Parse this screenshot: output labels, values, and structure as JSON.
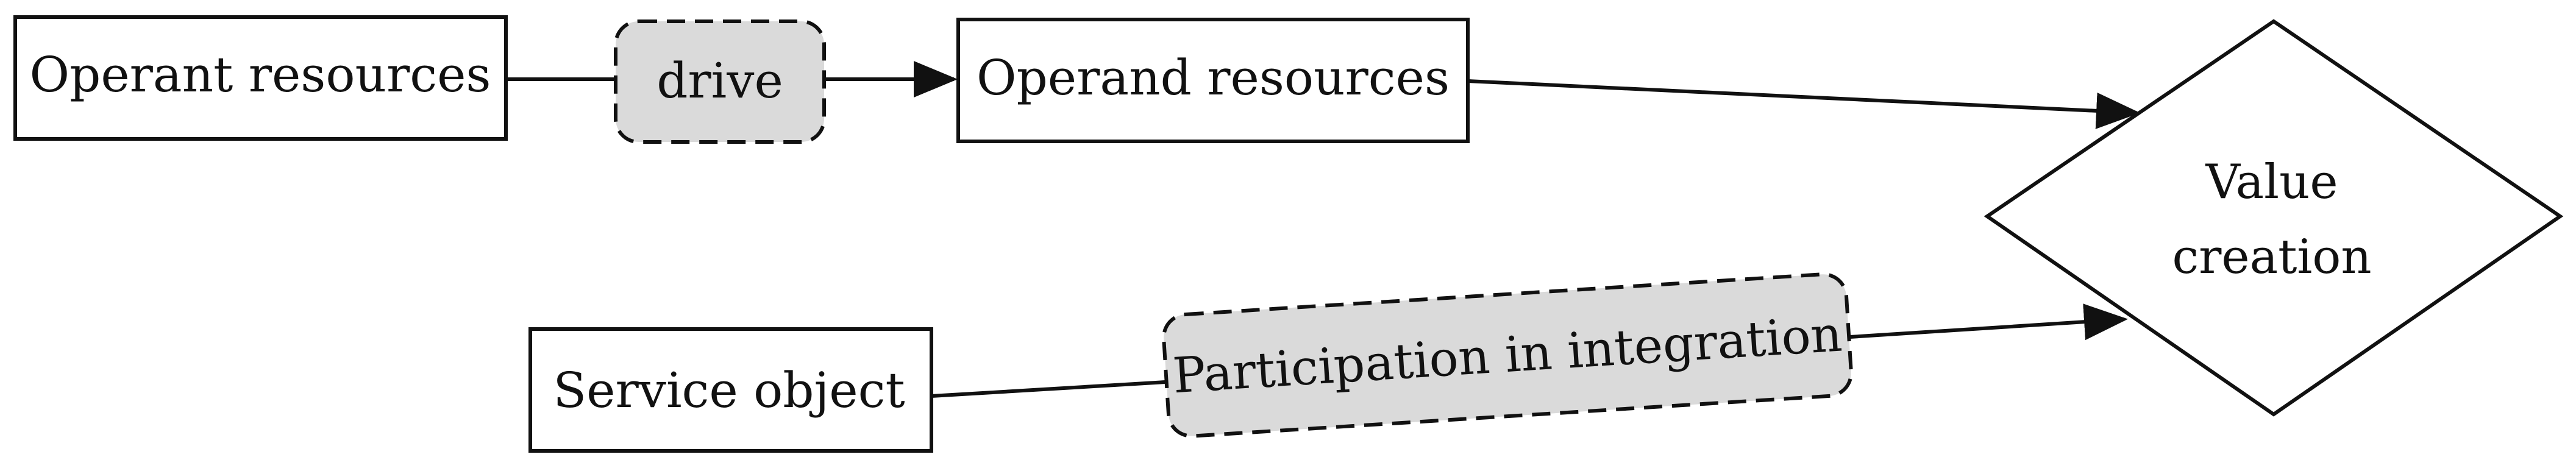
{
  "diagram": {
    "nodes": {
      "operant_resources": {
        "label": "Operant resources"
      },
      "drive": {
        "label": "drive"
      },
      "operand_resources": {
        "label": "Operand resources"
      },
      "value_creation": {
        "label_line1": "Value",
        "label_line2": "creation"
      },
      "service_object": {
        "label": "Service object"
      },
      "participation": {
        "label": "Participation in integration"
      }
    }
  },
  "colors": {
    "stroke": "#111111",
    "box_fill": "#ffffff",
    "dashed_fill": "#dadada"
  }
}
